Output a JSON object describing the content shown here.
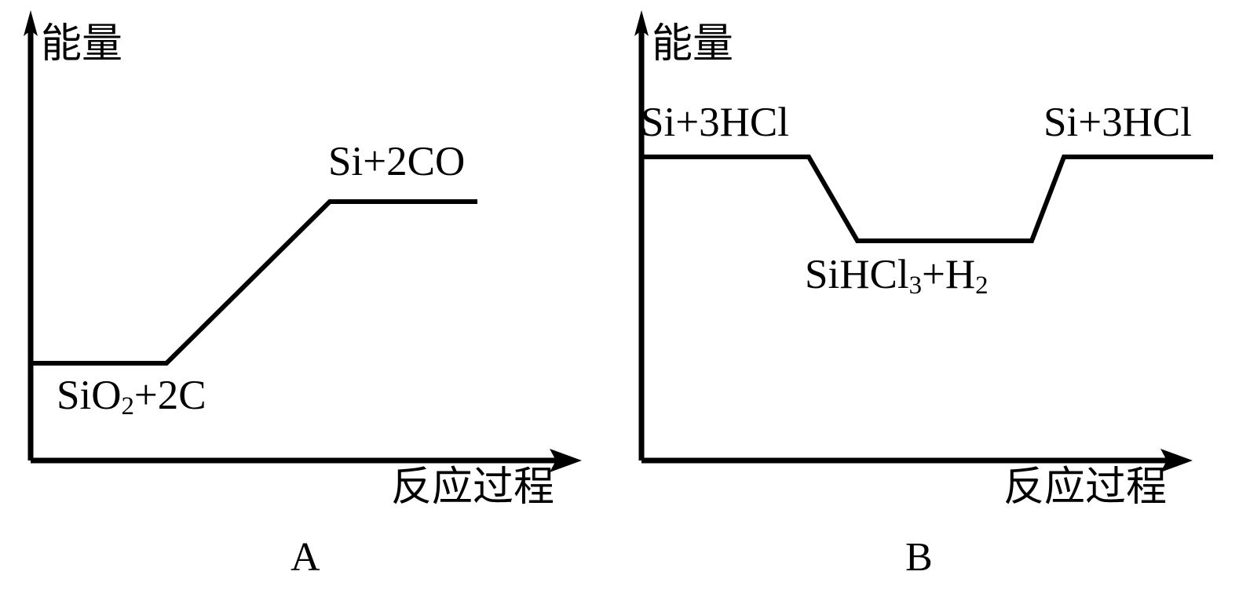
{
  "figure": {
    "background_color": "#ffffff",
    "line_color": "#000000",
    "panels": [
      {
        "id": "A",
        "caption": "A",
        "y_axis_label": "能量",
        "x_axis_label": "反应过程",
        "reactant_label": "SiO2+2C",
        "reactant_label_parts": {
          "before": "SiO",
          "sub": "2",
          "after": "+2C"
        },
        "product_label": "Si+2CO",
        "product_label_parts": {
          "before": "Si+2CO",
          "sub": "",
          "after": ""
        }
      },
      {
        "id": "B",
        "caption": "B",
        "y_axis_label": "能量",
        "x_axis_label": "反应过程",
        "reactant_label": "Si+3HCl",
        "product_label": "Si+3HCl",
        "intermediate_label": "SiHCl3+H2",
        "intermediate_label_parts": {
          "before": "SiHCl",
          "sub": "3",
          "mid": "+H",
          "sub2": "2"
        }
      }
    ]
  },
  "chart_data": [
    {
      "type": "line",
      "title": "A",
      "xlabel": "反应过程",
      "ylabel": "能量",
      "grid": false,
      "legend": "none",
      "axis_arrows": true,
      "axis_tick_labels": [],
      "xlim": [
        0,
        100
      ],
      "ylim": [
        0,
        100
      ],
      "annotations": [
        {
          "text": "SiO2+2C",
          "at_level": "reactants",
          "position": "below-left-plateau"
        },
        {
          "text": "Si+2CO",
          "at_level": "products",
          "position": "above-right-plateau"
        }
      ],
      "series": [
        {
          "name": "energy-profile-A",
          "description": "endothermic: reactants lower than products",
          "points": [
            {
              "x": 0,
              "y": 22
            },
            {
              "x": 25,
              "y": 22
            },
            {
              "x": 55,
              "y": 60
            },
            {
              "x": 82,
              "y": 60
            }
          ]
        }
      ]
    },
    {
      "type": "line",
      "title": "B",
      "xlabel": "反应过程",
      "ylabel": "能量",
      "grid": false,
      "legend": "none",
      "axis_arrows": true,
      "axis_tick_labels": [],
      "xlim": [
        0,
        100
      ],
      "ylim": [
        0,
        100
      ],
      "annotations": [
        {
          "text": "Si+3HCl",
          "at_level": "reactants",
          "position": "above-left-plateau"
        },
        {
          "text": "SiHCl3+H2",
          "at_level": "intermediate",
          "position": "below-middle-plateau"
        },
        {
          "text": "Si+3HCl",
          "at_level": "products",
          "position": "above-right-plateau"
        }
      ],
      "series": [
        {
          "name": "energy-profile-B",
          "description": "reactants and products at equal energy with a lower-energy intermediate",
          "points": [
            {
              "x": 0,
              "y": 68
            },
            {
              "x": 29,
              "y": 68
            },
            {
              "x": 38,
              "y": 50
            },
            {
              "x": 68,
              "y": 50
            },
            {
              "x": 74,
              "y": 68
            },
            {
              "x": 100,
              "y": 68
            }
          ]
        }
      ]
    }
  ]
}
